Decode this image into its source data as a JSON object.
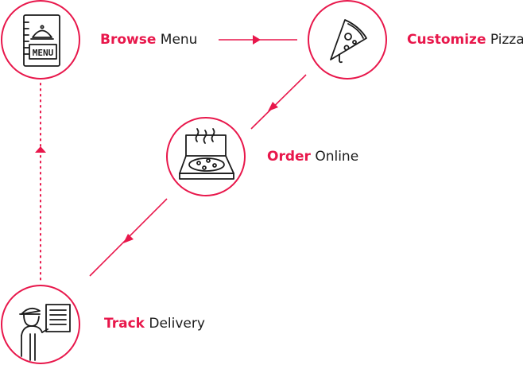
{
  "colors": {
    "accent": "#e8174b",
    "ink": "#1b1b1b",
    "background": "#ffffff"
  },
  "steps": [
    {
      "id": "browse",
      "highlight": "Browse",
      "rest": " Menu",
      "icon": "menu-book-icon"
    },
    {
      "id": "customize",
      "highlight": "Customize",
      "rest": " Pizza",
      "icon": "pizza-slice-icon"
    },
    {
      "id": "order",
      "highlight": "Order",
      "rest": " Online",
      "icon": "pizza-box-icon"
    },
    {
      "id": "track",
      "highlight": "Track",
      "rest": " Delivery",
      "icon": "delivery-person-icon"
    }
  ],
  "menu_icon_text": "MENU"
}
